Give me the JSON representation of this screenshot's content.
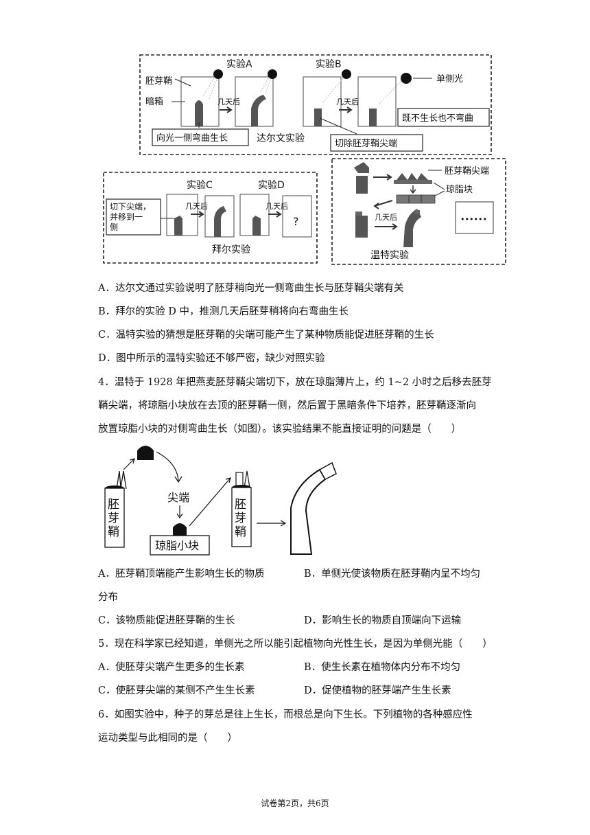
{
  "figure1": {
    "exp_a": "实验A",
    "exp_b": "实验B",
    "coleoptile": "胚芽鞘",
    "dark_box": "暗箱",
    "unilateral_light": "单侧光",
    "days_later": "几天后",
    "bend_toward_light": "向光一侧弯曲生长",
    "darwin_exp": "达尔文实验",
    "cut_tip": "切除胚芽鞘尖端",
    "no_grow_no_bend": "既不生长也不弯曲",
    "exp_c": "实验C",
    "exp_d": "实验D",
    "cut_move_1": "切下尖端，",
    "cut_move_2": "并移到一",
    "cut_move_3": "侧",
    "question_mark": "?",
    "paal_exp": "拜尔实验",
    "coleoptile_tip": "胚芽鞘尖端",
    "agar_block": "琼脂块",
    "dots": "••••••",
    "went_exp": "温特实验"
  },
  "q3_options": {
    "a": "A．达尔文通过实验说明了胚芽稍向光一侧弯曲生长与胚芽鞘尖端有关",
    "b": "B．拜尔的实验 D 中，推测几天后胚芽稍将向右弯曲生长",
    "c": "C．温特实验的猜想是胚芽鞘的尖端可能产生了某种物质能促进胚芽鞘的生长",
    "d": "D．图中所示的温特实验还不够严密，缺少对照实验"
  },
  "q4": {
    "line1": "4．温特于 1928 年把燕麦胚芽鞘尖端切下，放在琼脂薄片上，约 1~2 小时之后移去胚芽",
    "line2": "鞘尖端，将琼脂小块放在去顶的胚芽鞘一侧，然后置于黑暗条件下培养，胚芽鞘逐渐向",
    "line3": "放置琼脂小块的对侧弯曲生长（如图）。该实验结果不能直接证明的问题是（　　）",
    "fig_coleoptile": "胚芽鞘",
    "fig_tip": "尖端",
    "fig_agar": "琼脂小块",
    "option_a": "A．胚芽鞘顶端能产生影响生长的物质",
    "option_b_1": "B．单侧光使该物质在胚芽鞘内呈不均匀",
    "option_b_2": "分布",
    "option_c": "C．该物质能促进胚芽鞘的生长",
    "option_d": "D．影响生长的物质自顶端向下运输"
  },
  "q5": {
    "stem": "5．现在科学家已经知道，单侧光之所以能引起植物向光性生长，是因为单侧光能（　　）",
    "option_a": "A．使胚芽尖端产生更多的生长素",
    "option_b": "B．使生长素在植物体内分布不均匀",
    "option_c": "C．使胚芽尖端的某侧不产生生长素",
    "option_d": "D．促使植物的胚芽端产生生长素"
  },
  "q6": {
    "line1": "6．如图实验中，种子的芽总是往上生长，而根总是向下生长。下列植物的各种感应性",
    "line2": "运动类型与此相同的是（　　）"
  },
  "footer": "试卷第2页，共6页"
}
